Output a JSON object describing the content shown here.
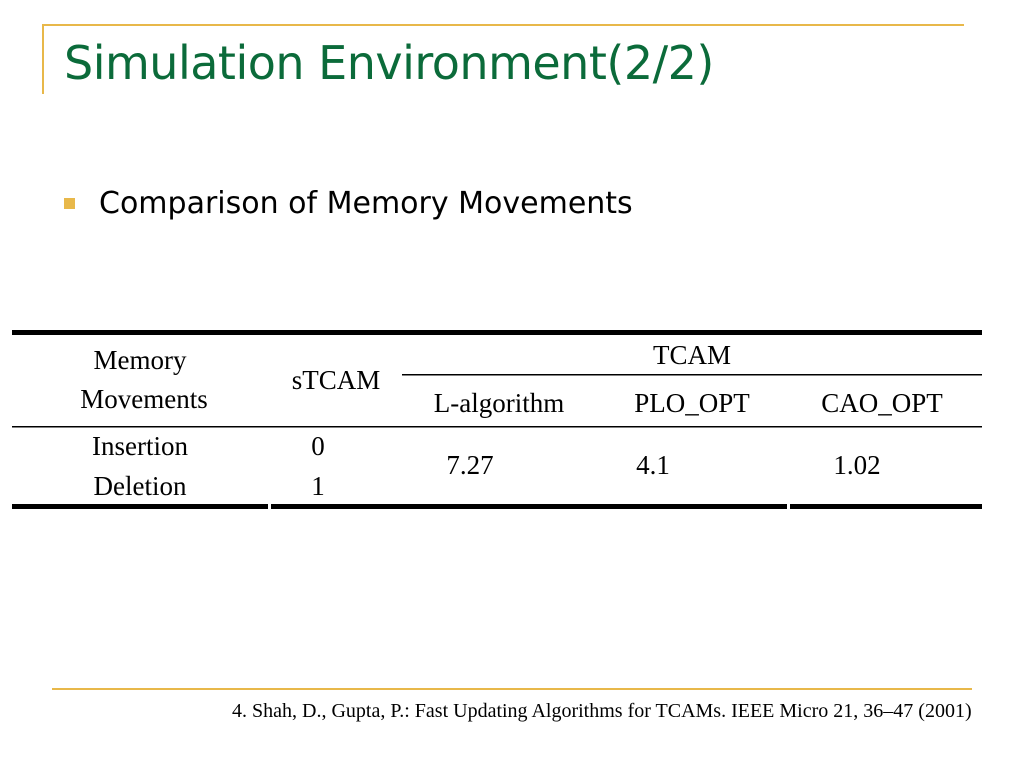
{
  "slide": {
    "title": "Simulation Environment(2/2)",
    "bullet": "Comparison of Memory Movements"
  },
  "table": {
    "header": {
      "memory_line1": "Memory",
      "memory_line2": "Movements",
      "stcam": "sTCAM",
      "tcam": "TCAM",
      "l_algorithm": "L-algorithm",
      "plo_opt": "PLO_OPT",
      "cao_opt": "CAO_OPT"
    },
    "rows": [
      {
        "label": "Insertion",
        "stcam": "0"
      },
      {
        "label": "Deletion",
        "stcam": "1"
      }
    ],
    "tcam_values": {
      "l_algorithm": "7.27",
      "plo_opt": "4.1",
      "cao_opt": "1.02"
    }
  },
  "footer": {
    "reference": "4.   Shah, D., Gupta, P.: Fast Updating Algorithms for TCAMs. IEEE Micro 21, 36–47 (2001)"
  },
  "colors": {
    "title_green": "#0b6b3a",
    "accent_gold": "#e8b84a"
  }
}
